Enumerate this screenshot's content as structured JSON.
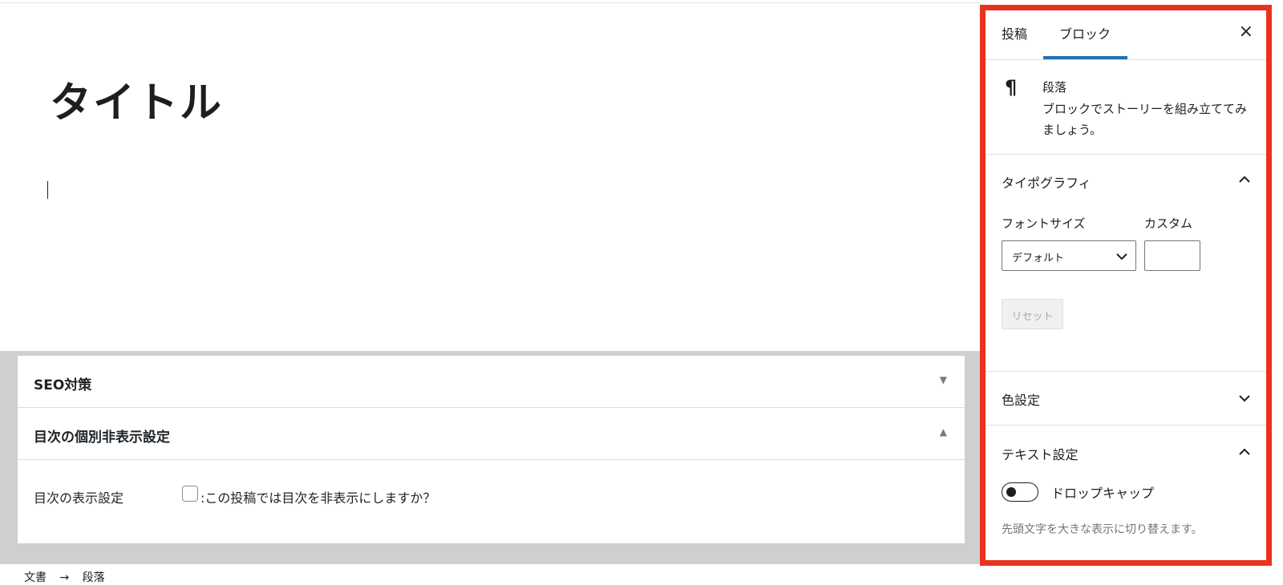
{
  "editor": {
    "title": "タイトル"
  },
  "metaboxes": {
    "seo": {
      "title": "SEO対策",
      "arrow": "▼"
    },
    "toc": {
      "title": "目次の個別非表示設定",
      "arrow": "▲",
      "field_label": "目次の表示設定",
      "checkbox_label": ":この投稿では目次を非表示にしますか？"
    }
  },
  "breadcrumb": {
    "items": [
      "文書",
      "→",
      "段落"
    ]
  },
  "sidebar": {
    "tabs": {
      "post": "投稿",
      "block": "ブロック"
    },
    "active_tab": "block",
    "close_icon": "close-icon",
    "block_card": {
      "icon": "paragraph-icon",
      "title": "段落",
      "description": "ブロックでストーリーを組み立ててみましょう。"
    },
    "typography": {
      "title": "タイポグラフィ",
      "font_size_label": "フォントサイズ",
      "custom_label": "カスタム",
      "font_size_value": "デフォルト",
      "custom_value": "",
      "reset_label": "リセット"
    },
    "color": {
      "title": "色設定"
    },
    "text_settings": {
      "title": "テキスト設定",
      "dropcap_label": "ドロップキャップ",
      "dropcap_enabled": false,
      "help": "先頭文字を大きな表示に切り替えます。"
    },
    "highlight_color": "#e8321e",
    "accent_color": "#2271b1"
  }
}
